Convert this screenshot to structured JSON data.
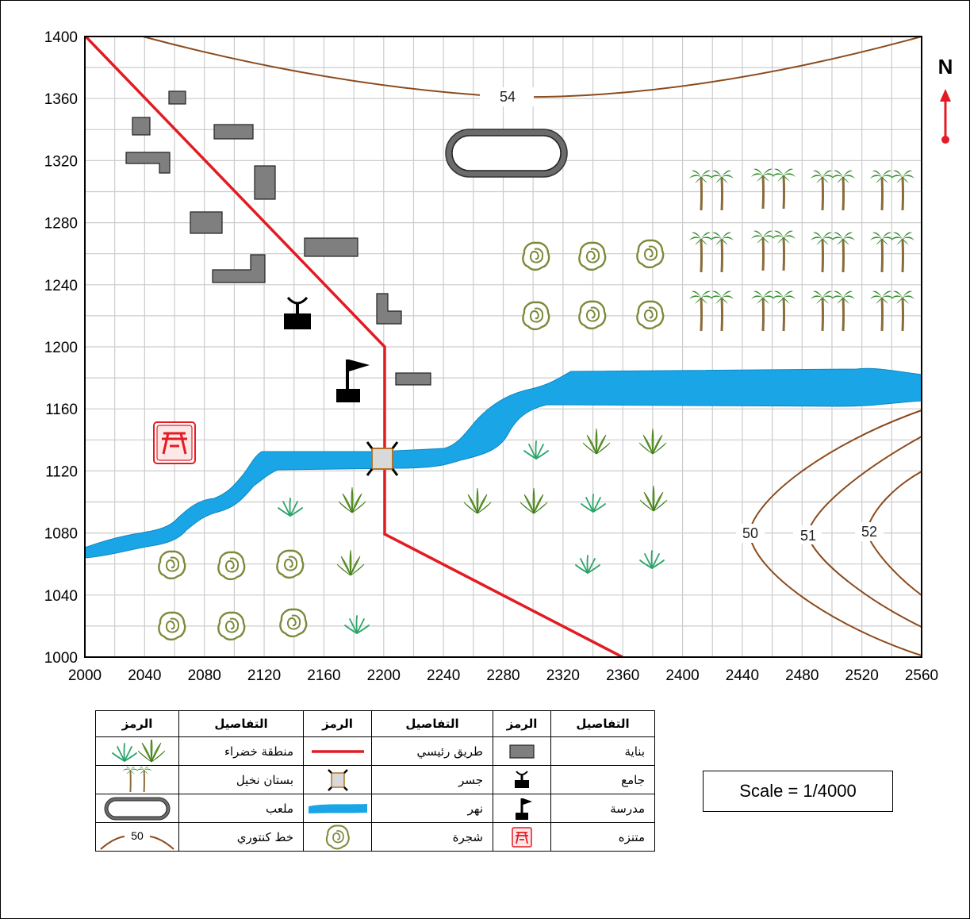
{
  "map": {
    "north_label": "N",
    "x_ticks": [
      2000,
      2040,
      2080,
      2120,
      2160,
      2200,
      2240,
      2280,
      2320,
      2360,
      2400,
      2440,
      2480,
      2520,
      2560
    ],
    "y_ticks": [
      1400,
      1360,
      1320,
      1280,
      1240,
      1200,
      1160,
      1120,
      1080,
      1040,
      1000
    ],
    "contours": [
      "54",
      "50",
      "51",
      "52"
    ],
    "colors": {
      "road": "#e31b23",
      "river": "#1aa6e6",
      "contour": "#8b4a1c",
      "building": "#7f7f7f",
      "grid": "#cccccc"
    }
  },
  "scale": "Scale = 1/4000",
  "legend": {
    "headers": [
      "الرمز",
      "التفاصيل",
      "الرمز",
      "التفاصيل",
      "الرمز",
      "التفاصيل"
    ],
    "rows": [
      {
        "d3": "منطقة خضراء",
        "s3": "green-area-icon",
        "d2": "طريق رئيسي",
        "s2": "road-icon",
        "d1": "بناية",
        "s1": "building-icon"
      },
      {
        "d3": "بستان نخيل",
        "s3": "palm-grove-icon",
        "d2": "جسر",
        "s2": "bridge-icon",
        "d1": "جامع",
        "s1": "mosque-icon"
      },
      {
        "d3": "ملعب",
        "s3": "stadium-icon",
        "d2": "نهر",
        "s2": "river-icon",
        "d1": "مدرسة",
        "s1": "school-icon"
      },
      {
        "d3": "خط كنتوري",
        "s3": "contour-line-icon",
        "d2": "شجرة",
        "s2": "tree-icon",
        "d1": "متنزه",
        "s1": "park-icon"
      }
    ],
    "contour_sample": "50"
  }
}
